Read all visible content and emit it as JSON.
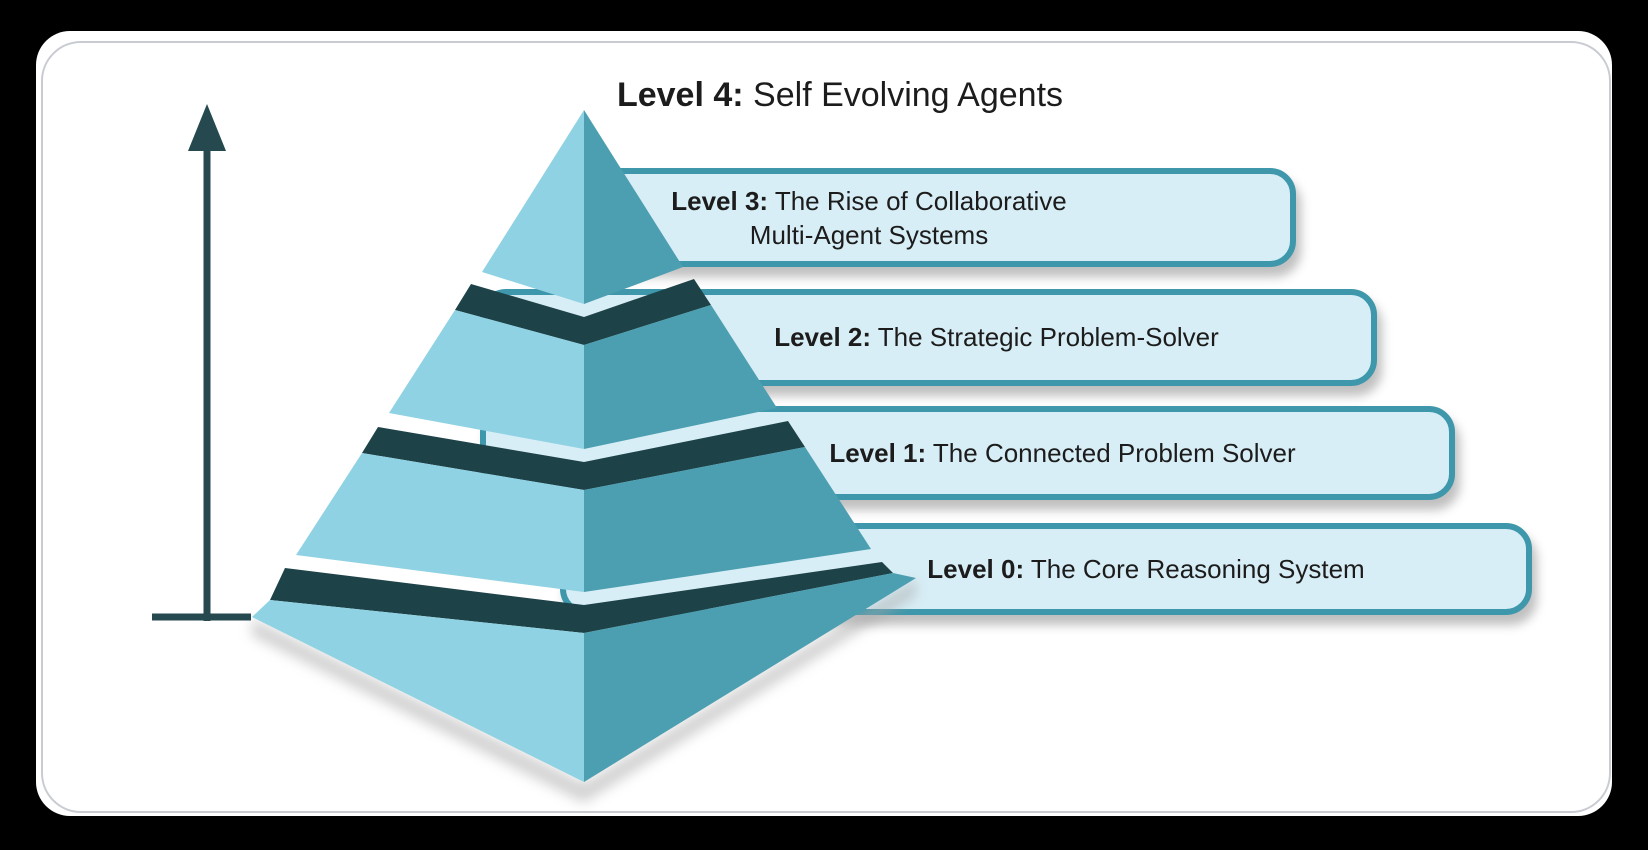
{
  "title": {
    "prefix": "Level 4:",
    "text": "Self Evolving Agents"
  },
  "levels": [
    {
      "prefix": "Level 3:",
      "text": "The Rise of Collaborative",
      "text2": "Multi-Agent Systems"
    },
    {
      "prefix": "Level 2:",
      "text": "The Strategic Problem-Solver"
    },
    {
      "prefix": "Level 1:",
      "text": "The Connected Problem Solver"
    },
    {
      "prefix": "Level 0:",
      "text": "The Core Reasoning System"
    }
  ],
  "colors": {
    "outer_background": "#000000",
    "card_background": "#ffffff",
    "card_border": "#c8cbd1",
    "pyramid_face_light": "#8fd2e3",
    "pyramid_face_dark": "#4c9fb1",
    "pyramid_gap_band": "#1d4348",
    "axis_arrow": "#25494f",
    "label_box_fill": "#d8eef6",
    "label_box_border": "#3e97ab",
    "text": "#1c1c1c"
  }
}
